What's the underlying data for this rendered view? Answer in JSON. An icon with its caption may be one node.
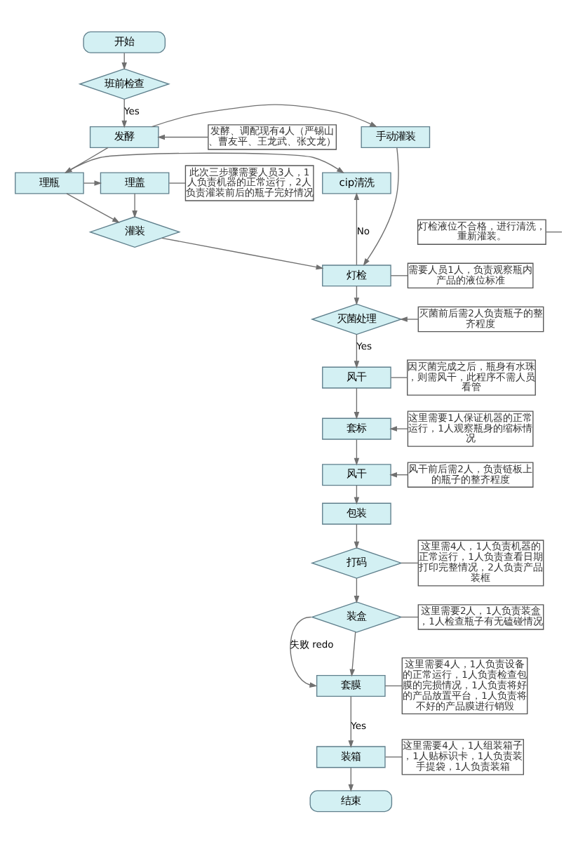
{
  "diagram": {
    "nodes": [
      {
        "text": [
          "开始"
        ]
      },
      {
        "text": [
          "班前检查"
        ]
      },
      {
        "text": [
          "发酵"
        ]
      },
      {
        "text": [
          "手动灌装"
        ]
      },
      {
        "text": [
          "理瓶"
        ]
      },
      {
        "text": [
          "理盖"
        ]
      },
      {
        "text": [
          "cip清洗"
        ]
      },
      {
        "text": [
          "灌装"
        ]
      },
      {
        "text": [
          "灯检"
        ]
      },
      {
        "text": [
          "灭菌处理"
        ]
      },
      {
        "text": [
          "风干"
        ]
      },
      {
        "text": [
          "套标"
        ]
      },
      {
        "text": [
          "风干"
        ]
      },
      {
        "text": [
          "包装"
        ]
      },
      {
        "text": [
          "打码"
        ]
      },
      {
        "text": [
          "装盒"
        ]
      },
      {
        "text": [
          "套膜"
        ]
      },
      {
        "text": [
          "装箱"
        ]
      },
      {
        "text": [
          "结束"
        ]
      },
      {
        "text": [
          "发酵、调配现有4人（严锡山、曹友平、王龙武、张文龙）"
        ]
      },
      {
        "text": [
          "此次三步骤需要人员3人，1人负责机器的正常运行，2人负责灌装前后的瓶子完好情况"
        ]
      },
      {
        "text": [
          "灯检液位不合格，进行清洗，重新灌装。"
        ]
      },
      {
        "text": [
          "需要人员1人，负责观察瓶内产品的液位标准"
        ]
      },
      {
        "text": [
          "灭菌前后需2人负责瓶子的整齐程度"
        ]
      },
      {
        "text": [
          "因灭菌完成之后，瓶身有水珠，则需风干，此程序不需人员看管"
        ]
      },
      {
        "text": [
          "这里需要1人保证机器的正常运行，1人观察瓶身的缩标情况"
        ]
      },
      {
        "text": [
          "风干前后需2人，负责链板上的瓶子的整齐程度"
        ]
      },
      {
        "text": [
          "这里需4人，1人负责机器的正常运行，1人负责查看日期打印完整情况，2人负责产品装框"
        ]
      },
      {
        "text": [
          "这里需要2人，1人负责装盒，1人检查瓶子有无磕碰情况"
        ]
      },
      {
        "text": [
          "这里需要4人，1人负责设备的正常运行，1人负责检查包膜的完损情况，1人负责将好的产品放置平台，1人负责将不好的产品膜进行销毁"
        ]
      },
      {
        "text": [
          "这里需要4人，1人组装箱子，1人贴标识卡，1人负责装手提袋，1人负责装箱"
        ]
      }
    ],
    "edges": [
      {
        "from": 0,
        "to": 1,
        "arrow": "to"
      },
      {
        "from": 1,
        "to": 2,
        "arrow": "to",
        "label": "Yes"
      },
      {
        "from": 2,
        "to": 3,
        "arrow": "to"
      },
      {
        "from": 2,
        "to": 4,
        "arrow": "to"
      },
      {
        "from": 4,
        "to": 5,
        "arrow": "to"
      },
      {
        "from": 4,
        "to": 6,
        "arrow": "to"
      },
      {
        "from": 4,
        "to": 7,
        "arrow": "to"
      },
      {
        "from": 5,
        "to": 7,
        "arrow": "to"
      },
      {
        "from": 3,
        "to": 8,
        "arrow": "to"
      },
      {
        "from": 8,
        "to": 6,
        "arrow": "to",
        "label": "No"
      },
      {
        "from": 7,
        "to": 8,
        "arrow": "to"
      },
      {
        "from": 8,
        "to": 9,
        "arrow": "to"
      },
      {
        "from": 9,
        "to": 10,
        "arrow": "to",
        "label": "Yes"
      },
      {
        "from": 10,
        "to": 11,
        "arrow": "to"
      },
      {
        "from": 11,
        "to": 12,
        "arrow": "to"
      },
      {
        "from": 12,
        "to": 13,
        "arrow": "to"
      },
      {
        "from": 13,
        "to": 14,
        "arrow": "to"
      },
      {
        "from": 14,
        "to": 15,
        "arrow": "to"
      },
      {
        "from": 15,
        "to": 16,
        "arrow": "to"
      },
      {
        "from": 15,
        "to": 16,
        "arrow": "to",
        "label": "失败 redo"
      },
      {
        "from": 16,
        "to": 17,
        "arrow": "to",
        "label": "Yes"
      },
      {
        "from": 17,
        "to": 18,
        "arrow": "to"
      },
      {
        "from": 19,
        "to": 2,
        "arrow": "to"
      },
      {
        "from": 20,
        "to": 5,
        "arrow": "none"
      },
      {
        "from": 21,
        "to": null,
        "arrow": "none"
      },
      {
        "from": 22,
        "to": 8,
        "arrow": "none"
      },
      {
        "from": 23,
        "to": 9,
        "arrow": "to"
      },
      {
        "from": 24,
        "to": 10,
        "arrow": "none"
      },
      {
        "from": 25,
        "to": 11,
        "arrow": "to"
      },
      {
        "from": 26,
        "to": 12,
        "arrow": "to"
      },
      {
        "from": 27,
        "to": 14,
        "arrow": "none"
      },
      {
        "from": 28,
        "to": 15,
        "arrow": "none"
      },
      {
        "from": 29,
        "to": 16,
        "arrow": "none"
      },
      {
        "from": 30,
        "to": 17,
        "arrow": "none"
      }
    ]
  }
}
